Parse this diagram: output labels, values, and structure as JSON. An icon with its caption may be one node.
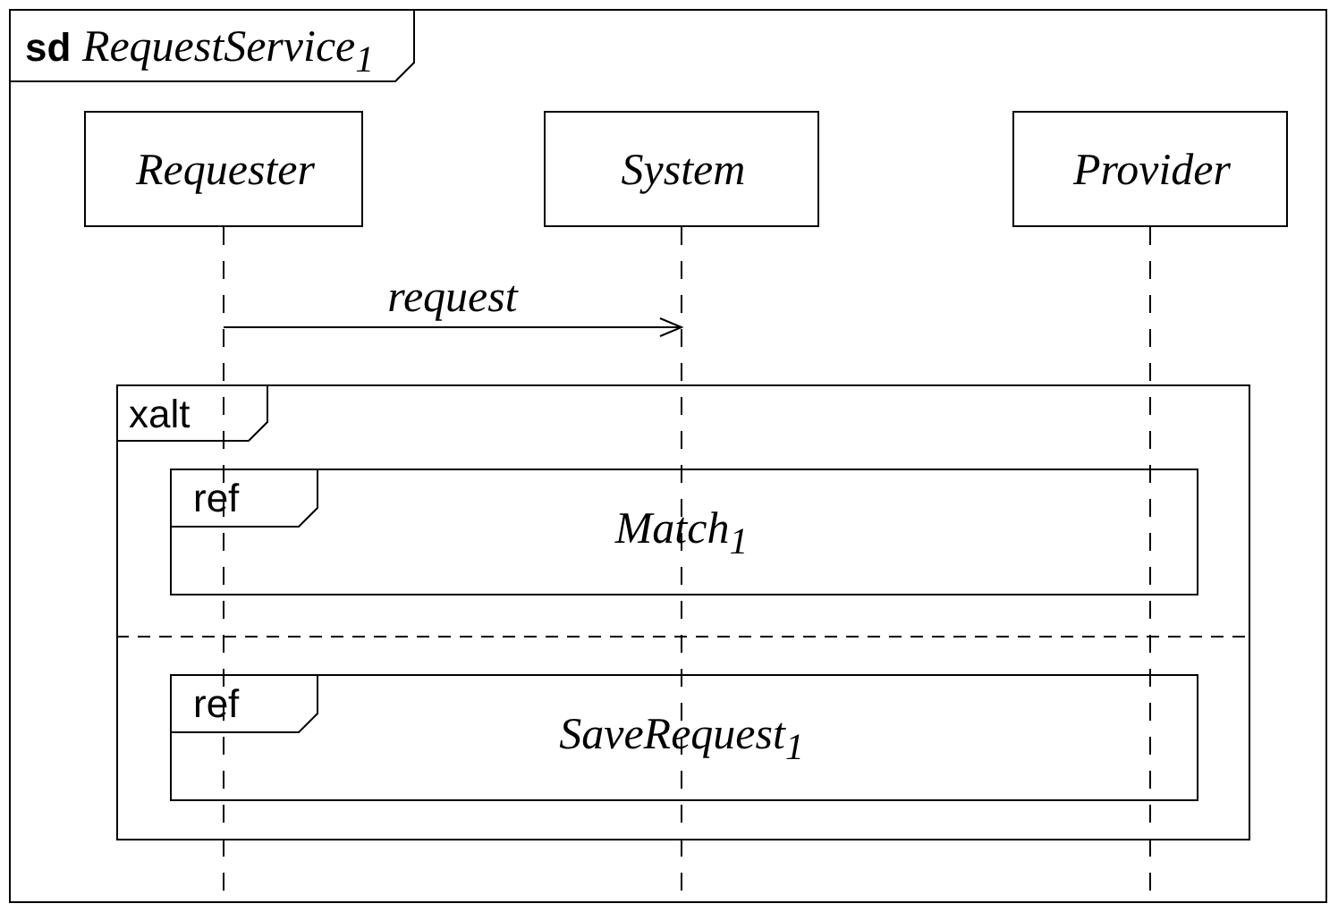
{
  "diagram": {
    "nodes": [
      {
        "text": [
          "**sd** *RequestService*$_{1}$"
        ]
      },
      {
        "text": [
          "Requester"
        ],
        "in": 0
      },
      {
        "text": [
          "System"
        ],
        "in": 0
      },
      {
        "text": [
          "Provider"
        ],
        "in": 0
      },
      {
        "text": [
          "xalt"
        ],
        "in": 0
      },
      {
        "text": [
          "ref",
          "*Match*$_{1}$"
        ],
        "in": 4
      },
      {
        "text": [
          "ref",
          "*SaveRequest*$_{1}$"
        ],
        "in": 4
      }
    ],
    "edges": [
      {
        "from": 1,
        "to": 2,
        "arrow": "to",
        "label": "request"
      },
      {
        "from": 1,
        "to": null,
        "arrow": "none",
        "style": "dashed"
      },
      {
        "from": 2,
        "to": null,
        "arrow": "none",
        "style": "dashed"
      },
      {
        "from": 3,
        "to": null,
        "arrow": "none",
        "style": "dashed"
      }
    ]
  }
}
